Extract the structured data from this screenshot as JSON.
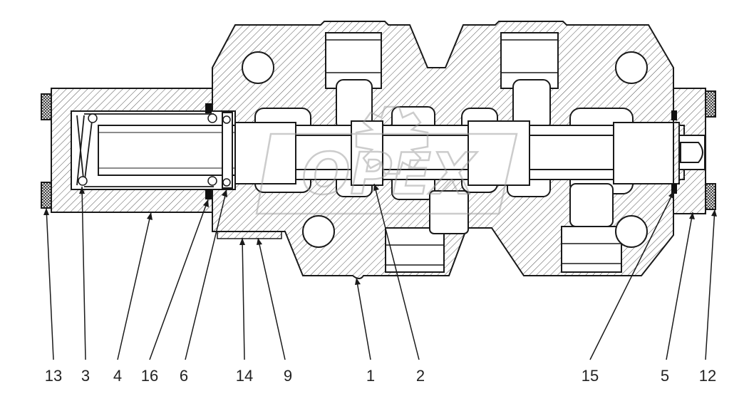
{
  "diagram": {
    "kind": "sectional drawing of a spool valve",
    "colors": {
      "line": "#1a1a1a",
      "hatch": "#555555",
      "paper": "#ffffff",
      "watermark": "#9a9a9a"
    },
    "watermark": {
      "text": "OPEX"
    },
    "callouts": [
      {
        "id": "c13",
        "label": "13"
      },
      {
        "id": "c3",
        "label": "3"
      },
      {
        "id": "c4",
        "label": "4"
      },
      {
        "id": "c16",
        "label": "16"
      },
      {
        "id": "c6",
        "label": "6"
      },
      {
        "id": "c14",
        "label": "14"
      },
      {
        "id": "c9",
        "label": "9"
      },
      {
        "id": "c1",
        "label": "1"
      },
      {
        "id": "c2",
        "label": "2"
      },
      {
        "id": "c15",
        "label": "15"
      },
      {
        "id": "c5",
        "label": "5"
      },
      {
        "id": "c12",
        "label": "12"
      }
    ]
  }
}
